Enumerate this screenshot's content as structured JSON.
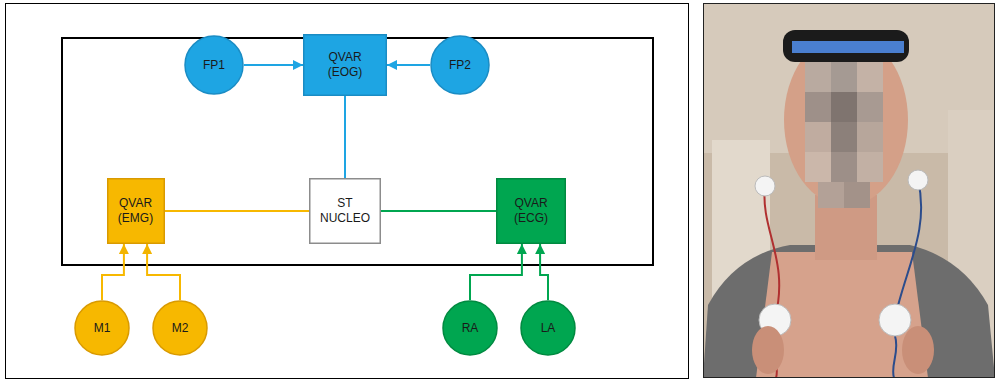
{
  "diagram": {
    "nodes": [
      {
        "text": [
          "FP1"
        ]
      },
      {
        "text": [
          "QVAR (EOG)"
        ]
      },
      {
        "text": [
          "FP2"
        ]
      },
      {
        "text": [
          "QVAR (EMG)"
        ]
      },
      {
        "text": [
          "ST NUCLEO"
        ]
      },
      {
        "text": [
          "QVAR (ECG)"
        ]
      },
      {
        "text": [
          "M1"
        ]
      },
      {
        "text": [
          "M2"
        ]
      },
      {
        "text": [
          "RA"
        ]
      },
      {
        "text": [
          "LA"
        ]
      }
    ],
    "edges": [
      {
        "from": 0,
        "to": 1,
        "arrow": "to"
      },
      {
        "from": 2,
        "to": 1,
        "arrow": "to"
      },
      {
        "from": 1,
        "to": 4,
        "arrow": "none"
      },
      {
        "from": 3,
        "to": 4,
        "arrow": "none"
      },
      {
        "from": 4,
        "to": 5,
        "arrow": "none"
      },
      {
        "from": 6,
        "to": 3,
        "arrow": "to"
      },
      {
        "from": 7,
        "to": 3,
        "arrow": "to"
      },
      {
        "from": 8,
        "to": 5,
        "arrow": "to"
      },
      {
        "from": 9,
        "to": 5,
        "arrow": "to"
      }
    ]
  }
}
